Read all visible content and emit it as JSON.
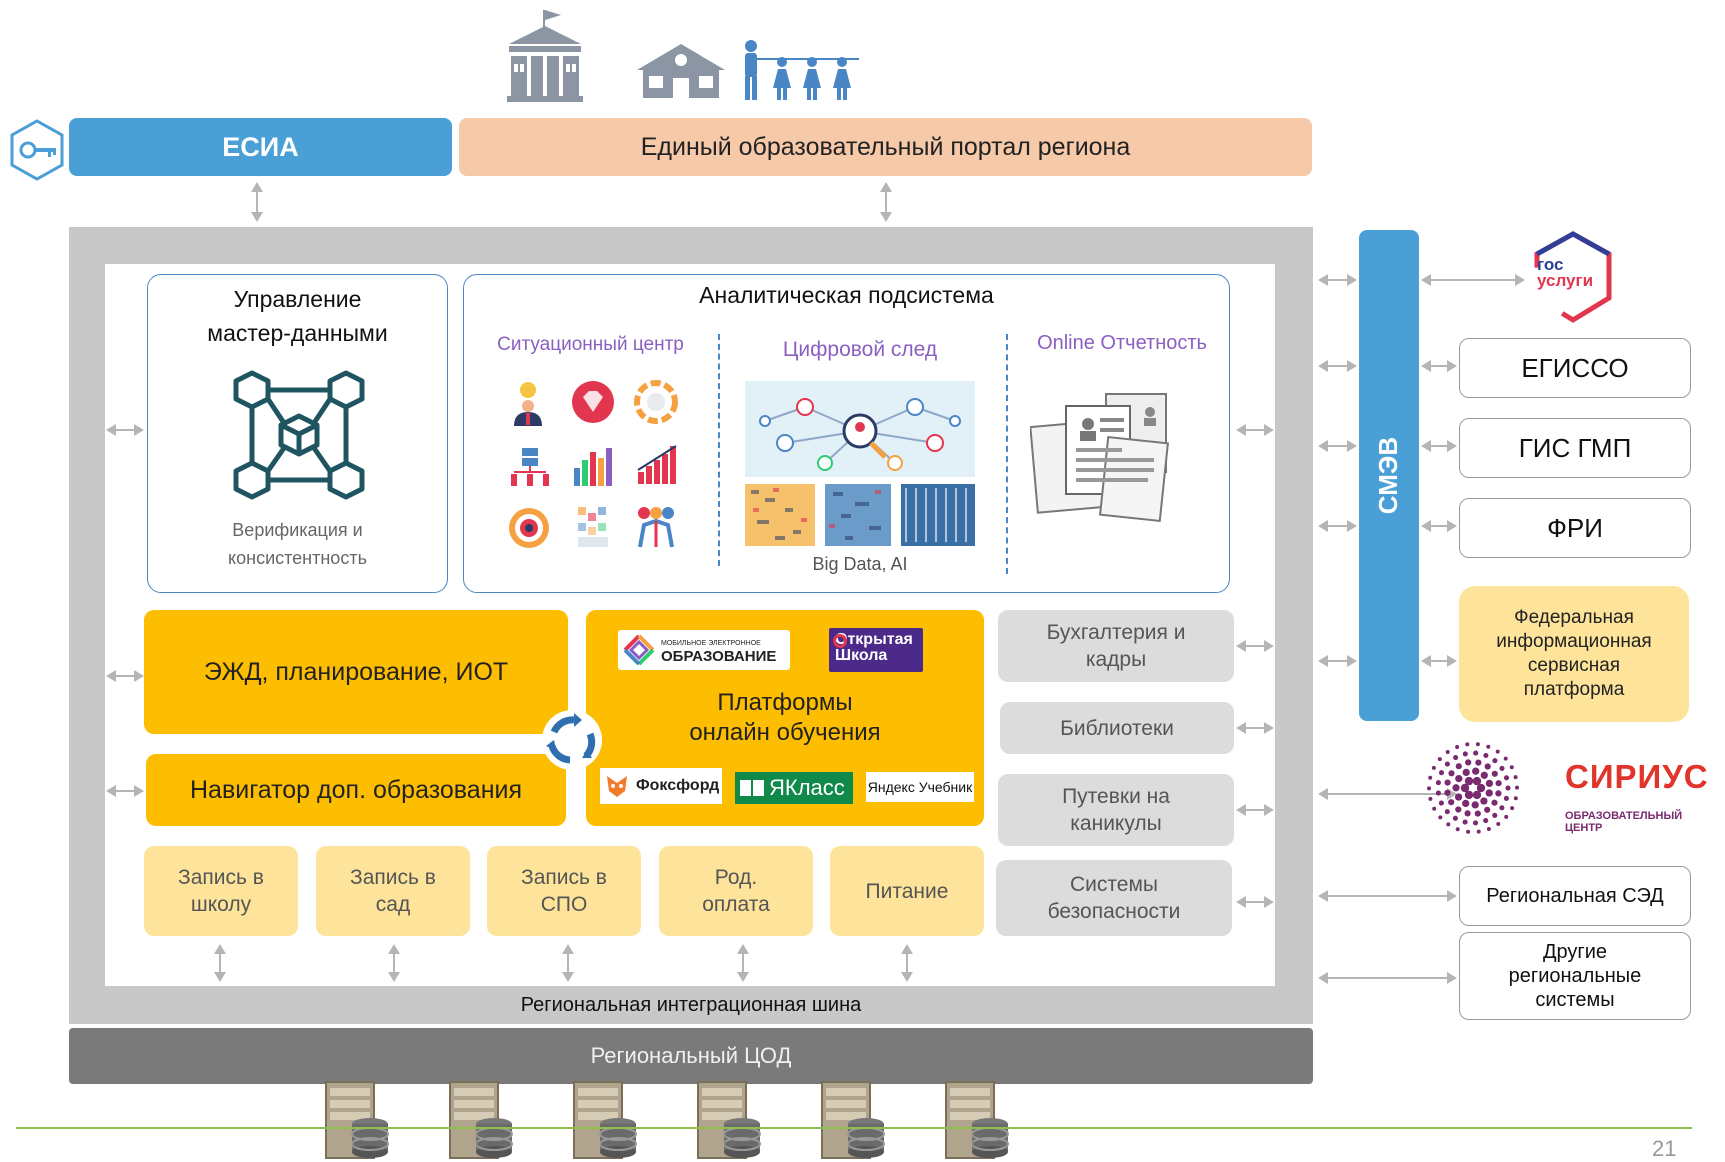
{
  "top": {
    "esia_label": "ЕСИА",
    "portal_label": "Единый образовательный портал региона"
  },
  "mdm": {
    "title_line1": "Управление",
    "title_line2": "мастер-данными",
    "sub_line1": "Верификация и",
    "sub_line2": "консистентность"
  },
  "analytics": {
    "title": "Аналитическая подсистема",
    "situation_center": "Ситуационный центр",
    "digital_trace": "Цифровой след",
    "online_reporting": "Online Отчетность",
    "big_data": "Big Data, AI"
  },
  "modules": {
    "ezhd": "ЭЖД, планирование, ИОТ",
    "navigator": "Навигатор доп. образования",
    "platforms_line1": "Платформы",
    "platforms_line2": "онлайн обучения",
    "logo_moe_small": "МОБИЛЬНОЕ ЭЛЕКТРОННОЕ",
    "logo_moe_big": "ОБРАЗОВАНИЕ",
    "logo_open_1": "Открытая",
    "logo_open_2": "Школа",
    "logo_foxford": "Фоксфорд",
    "logo_yaklass": "ЯКласс",
    "logo_yandex": "Яндекс Учебник"
  },
  "services": [
    {
      "l1": "Запись в",
      "l2": "школу"
    },
    {
      "l1": "Запись в",
      "l2": "сад"
    },
    {
      "l1": "Запись в",
      "l2": "СПО"
    },
    {
      "l1": "Род.",
      "l2": "оплата"
    },
    {
      "l1": "Питание",
      "l2": ""
    }
  ],
  "side_modules": [
    {
      "l1": "Бухгалтерия и",
      "l2": "кадры"
    },
    {
      "l1": "Библиотеки",
      "l2": ""
    },
    {
      "l1": "Путевки на",
      "l2": "каникулы"
    },
    {
      "l1": "Системы",
      "l2": "безопасности"
    }
  ],
  "bus_label": "Региональная интеграционная шина",
  "dc_label": "Региональный ЦОД",
  "smev_label": "СМЭВ",
  "external": {
    "gosuslugi_1": "гос",
    "gosuslugi_2": "услуги",
    "egisso": "ЕГИССО",
    "gis_gmp": "ГИС ГМП",
    "fri": "ФРИ",
    "ffisp_1": "Федеральная",
    "ffisp_2": "информационная",
    "ffisp_3": "сервисная",
    "ffisp_4": "платформа",
    "sirius": "СИРИУС",
    "sirius_sub": "ОБРАЗОВАТЕЛЬНЫЙ ЦЕНТР",
    "regional_sed": "Региональная СЭД",
    "other_1": "Другие",
    "other_2": "региональные",
    "other_3": "системы"
  },
  "page_number": "21",
  "colors": {
    "accent_blue": "#4a9fd6",
    "portal_peach": "#f6c9a9",
    "module_orange": "#fdbd00",
    "service_yellow": "#fde49a",
    "module_gray": "#dcdcdc",
    "frame_gray": "#c8c8c8",
    "dc_gray": "#7a7a7a",
    "ffisp_yellow": "#fde49a",
    "sirius_red": "#e1352b",
    "sirius_purple": "#7a2a6e",
    "gosuslugi_blue": "#2f3f98",
    "gosuslugi_red": "#e2364f",
    "bottom_line_green": "#8fbf4a"
  }
}
